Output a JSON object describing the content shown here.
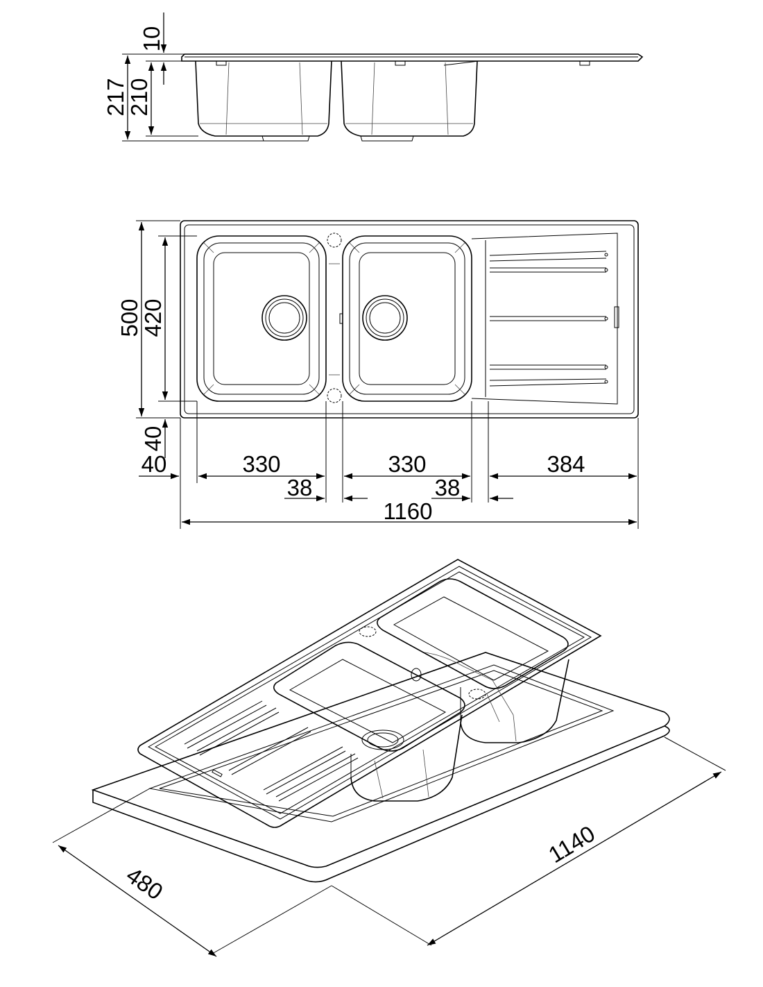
{
  "dimensions": {
    "side_view": {
      "lip_thickness": "10",
      "bowl_depth": "210",
      "total_depth": "217"
    },
    "top_view": {
      "overall_depth": "500",
      "bowl_depth": "420",
      "front_offset": "40",
      "left_offset": "40",
      "left_bowl_width": "330",
      "right_bowl_width": "330",
      "drainer_width": "384",
      "bowl_gap_left": "38",
      "bowl_gap_right": "38",
      "overall_width": "1160"
    },
    "cutout": {
      "width": "1140",
      "depth": "480"
    }
  },
  "colors": {
    "line": "#000000",
    "background": "#ffffff"
  }
}
